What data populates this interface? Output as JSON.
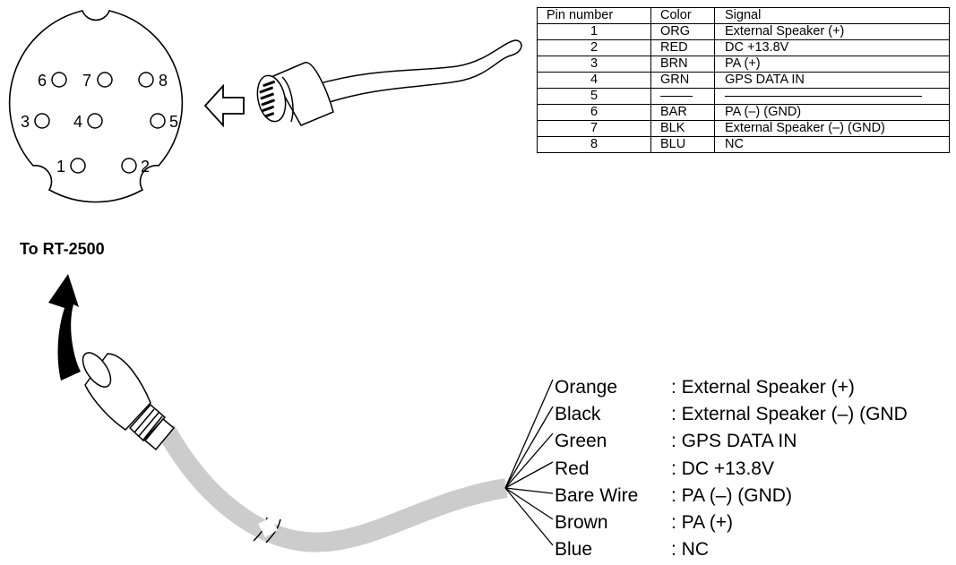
{
  "connector": {
    "pin_labels": [
      "1",
      "2",
      "3",
      "4",
      "5",
      "6",
      "7",
      "8"
    ]
  },
  "pin_table": {
    "headers": [
      "Pin number",
      "Color",
      "Signal"
    ],
    "rows": [
      {
        "pin": "1",
        "color": "ORG",
        "signal": "External Speaker (+)"
      },
      {
        "pin": "2",
        "color": "RED",
        "signal": "DC +13.8V"
      },
      {
        "pin": "3",
        "color": "BRN",
        "signal": "PA (+)"
      },
      {
        "pin": "4",
        "color": "GRN",
        "signal": "GPS DATA IN"
      },
      {
        "pin": "5",
        "color": "",
        "signal": ""
      },
      {
        "pin": "6",
        "color": "BAR",
        "signal": "PA (–) (GND)"
      },
      {
        "pin": "7",
        "color": "BLK",
        "signal": "External Speaker (–) (GND)"
      },
      {
        "pin": "8",
        "color": "BLU",
        "signal": "NC"
      }
    ]
  },
  "destination_label": "To RT-2500",
  "wire_legend": [
    {
      "wire": "Orange",
      "signal": ": External Speaker (+)"
    },
    {
      "wire": "Black",
      "signal": ": External Speaker (–) (GND"
    },
    {
      "wire": "Green",
      "signal": ": GPS DATA IN"
    },
    {
      "wire": "Red",
      "signal": ": DC +13.8V"
    },
    {
      "wire": "Bare Wire",
      "signal": ": PA (–) (GND)"
    },
    {
      "wire": "Brown",
      "signal": ": PA (+)"
    },
    {
      "wire": "Blue",
      "signal": ": NC"
    }
  ],
  "colors": {
    "line": "#000000",
    "cable_gray": "#cccccc",
    "background": "#ffffff"
  }
}
